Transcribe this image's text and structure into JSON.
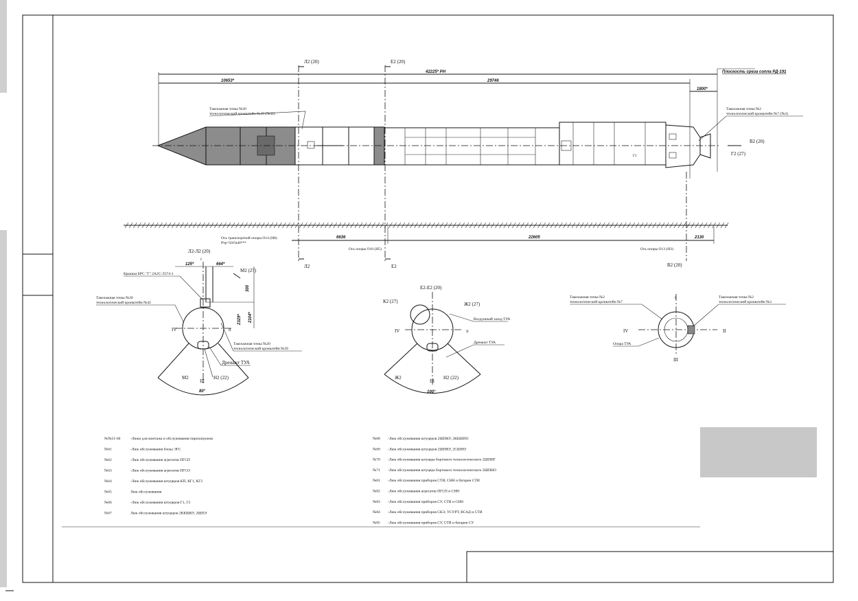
{
  "drawing": {
    "section_marks": {
      "l2_top": "Л2 (20)",
      "e2_top": "Е2 (20)",
      "l2_bottom": "Л2",
      "e2_bottom": "Е2",
      "v2_top": "В2 (20)",
      "g2": "Г2 (27)",
      "v2_bottom": "В2 (20)",
      "g1": "Г1"
    },
    "dimensions": {
      "total": "42225* РН",
      "left": "10653*",
      "middle": "29746",
      "right": "1800*",
      "base1": "6636",
      "base2": "22605",
      "base3": "2130"
    },
    "notes": {
      "engine_cut": "Плоскость среза сопла РД-191",
      "lift_point_left_1": "Такелажная точка №20",
      "lift_point_left_2": "технологический кронштейн №39 (№42)",
      "lift_point_right_1": "Такелажная точка №2",
      "lift_point_right_2": "технологический кронштейн №7 (№3)",
      "axis_support_1": "Ось транспортной опоры О14 (Н8)",
      "axis_support_2": "Ртр=50т5кН***",
      "support_d10": "Ось опоры О10 (Н5)",
      "support_d13": "Ось опоры О13 (Н3)"
    },
    "section_l": {
      "title": "Л2-Л2 (20)",
      "hatch": "Крышка БРС \"Г\" 2А2С-Л374-1",
      "dim_a": "125*",
      "dim_b": "664*",
      "dim_c": "300",
      "dim_d": "2329*",
      "dim_e": "2104*",
      "m2_top": "М2 (27)",
      "m2": "М2",
      "lift_1": "Такелажная точка №20",
      "lift_2": "технологический кронштейн №42",
      "lift_b1": "Такелажная точка №20",
      "lift_b2": "технологический кронштейн №39",
      "tua": "Дренажт ТУА",
      "n2": "Н2 (22)",
      "iv": "IV",
      "ii": "II",
      "iii": "III",
      "i": "I",
      "angle": "80°"
    },
    "section_e": {
      "title": "Е2-Е2 (20)",
      "k2": "К2 (27)",
      "zh2_top": "Ж2 (27)",
      "zh2": "Ж2",
      "inlet": "Воздушный заход ТУА",
      "tua": "Дренажт ТУА",
      "n2": "Н2 (22)",
      "iv": "IV",
      "ii": "II",
      "iii": "III",
      "angle": "100°"
    },
    "section_v": {
      "lift_l1": "Такелажная точка №2",
      "lift_l2": "технологический кронштейн №7",
      "lift_r1": "Такелажная точка №2",
      "lift_r2": "технологический кронштейн №3",
      "tua": "Опора ТУА",
      "iv": "IV",
      "ii": "II",
      "iii": "III",
      "i": "I"
    }
  },
  "legend_left": [
    {
      "num": "№№51-60",
      "text": "-Люки для монтажа и обслуживания пиропатронов"
    },
    {
      "num": "№61",
      "text": "-Люк обслуживания блока ЭГС"
    },
    {
      "num": "№62",
      "text": "-Люк обслуживания агрегатов ПГСП"
    },
    {
      "num": "№63",
      "text": "-Люк обслуживания агрегатов ПГСО"
    },
    {
      "num": "№64",
      "text": "-Люк обслуживания штуцеров КП, КГ1, КГ2"
    },
    {
      "num": "№65",
      "text": "Люк обслуживания"
    },
    {
      "num": "№66",
      "text": "-Люк обслуживания штуцеров Г1, Г2"
    },
    {
      "num": "№67",
      "text": "Люк обслуживания штуцеров 2КБШКУ, 2ШПЭ"
    }
  ],
  "legend_right": [
    {
      "num": "№68",
      "text": "-Люк обслуживания штуцеров 2ШПКУ, 2КБШПО"
    },
    {
      "num": "№69",
      "text": "-Люк обслуживания штуцеров 2ШПКУ, 2СШПО"
    },
    {
      "num": "№70",
      "text": "-Люк обслуживания штуцера бортового технологического 2ШПНГ"
    },
    {
      "num": "№71",
      "text": "-Люк обслуживания штуцера бортового технологического 2ШПНО"
    },
    {
      "num": "№81",
      "text": "-Люк обслуживания приборов СТИ, СНН и батареи СТИ"
    },
    {
      "num": "№82",
      "text": "-Люк обслуживания агрегатов ПГСП и СНН"
    },
    {
      "num": "№83",
      "text": "-Люк обслуживания приборов СУ, СТИ и СНН"
    },
    {
      "num": "№84",
      "text": "-Люк обслуживания приборов СКЭ, УСУРТ, ВСАД и СТИ"
    },
    {
      "num": "№85",
      "text": "-Люк обслуживания приборов СУ, СТИ и батареи СУ"
    }
  ]
}
